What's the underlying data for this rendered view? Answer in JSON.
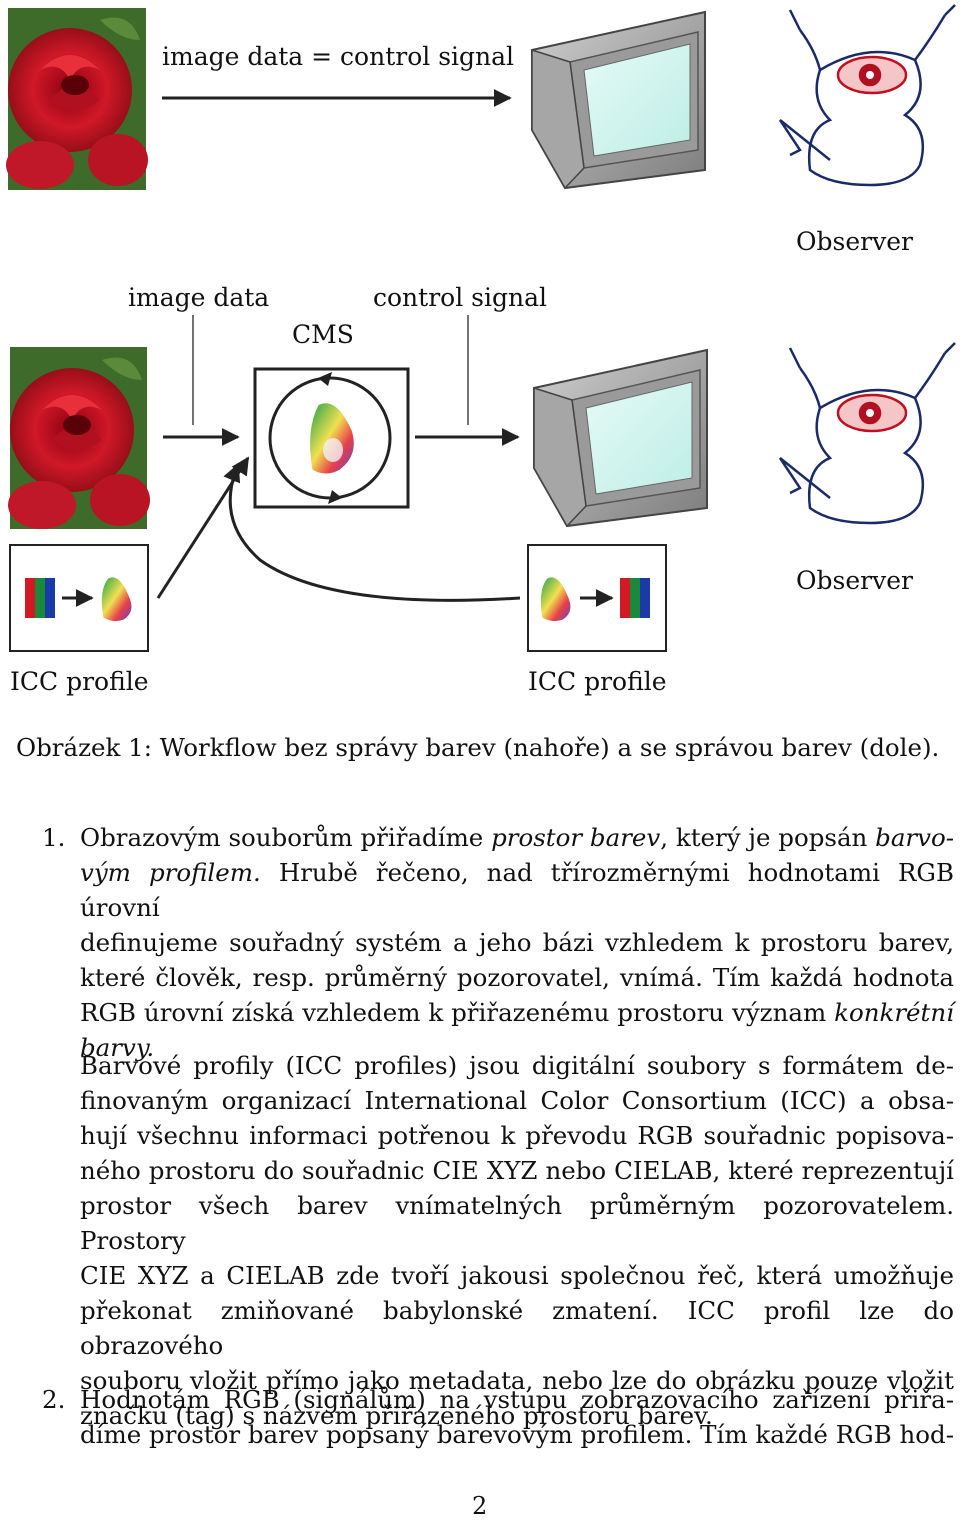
{
  "figure": {
    "top_label": "image data = control signal",
    "observer_label": "Observer",
    "image_data_label": "image data",
    "cms_label": "CMS",
    "control_signal_label": "control signal",
    "icc_profile_label": "ICC profile",
    "caption": "Obrázek 1: Workflow bez správy barev (nahoře) a se správou barev (dole)."
  },
  "list": {
    "item1": {
      "number": "1.",
      "p1_a": "Obrazovým souborům přiřadíme ",
      "p1_em1": "prostor barev",
      "p1_b": ", který je popsán ",
      "p1_em2": "barvo-",
      "p1_em3": "vým profilem.",
      "p1_c": " Hrubě řečeno, nad třírozměrnými hodnotami RGB úrovní",
      "p1_d": "definujeme souřadný systém a jeho bázi vzhledem k prostoru barev,",
      "p1_e": "které člověk, resp. průměrný pozorovatel, vnímá. Tím každá hodnota",
      "p1_f": "RGB úrovní získá vzhledem k přiřazenému prostoru význam ",
      "p1_em4": "konkrétní",
      "p1_em5": "barvy.",
      "p2": [
        "Barvové profily (ICC profiles) jsou digitální soubory s formátem de-",
        "finovaným organizací International Color Consortium (ICC) a obsa-",
        "hují všechnu informaci potřenou k převodu RGB souřadnic popisova-",
        "ného prostoru do souřadnic CIE XYZ nebo CIELAB, které reprezentují",
        "prostor všech barev vnímatelných průměrným pozorovatelem. Prostory",
        "CIE XYZ a CIELAB zde tvoří jakousi společnou řeč, která umožňuje",
        "překonat zmiňované babylonské zmatení. ICC profil lze do obrazového",
        "souboru vložit přímo jako metadata, nebo lze do obrázku pouze vložit",
        "značku (tag) s názvem přiřazeného prostoru barev."
      ]
    },
    "item2": {
      "number": "2.",
      "lines": [
        "Hodnotám RGB (signálům) na vstupu zobrazovacího zařízení přiřa-",
        "díme prostor barev popsaný barevovým profilem. Tím každé RGB hod-"
      ]
    }
  },
  "page_number": "2"
}
